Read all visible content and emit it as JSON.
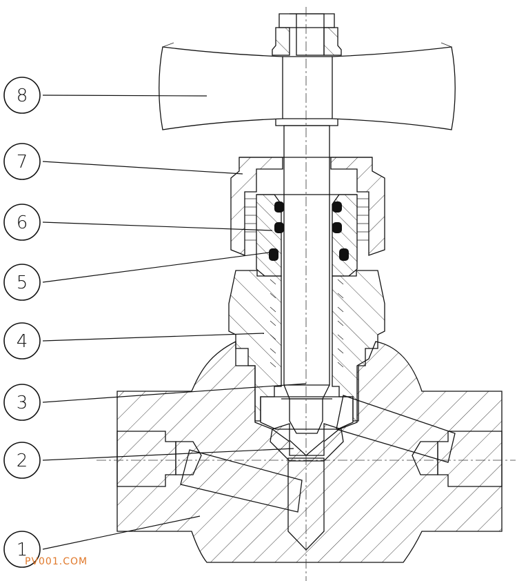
{
  "callouts": [
    {
      "number": "8",
      "part": "handle"
    },
    {
      "number": "7",
      "part": "packing-nut"
    },
    {
      "number": "6",
      "part": "packing"
    },
    {
      "number": "5",
      "part": "o-ring"
    },
    {
      "number": "4",
      "part": "bonnet"
    },
    {
      "number": "3",
      "part": "stem"
    },
    {
      "number": "2",
      "part": "disc"
    },
    {
      "number": "1",
      "part": "body"
    }
  ],
  "watermark": "PV001.COM",
  "colors": {
    "line": "#111111",
    "hatch": "#222222",
    "watermark": "#e0782a",
    "seal": "#111111"
  }
}
